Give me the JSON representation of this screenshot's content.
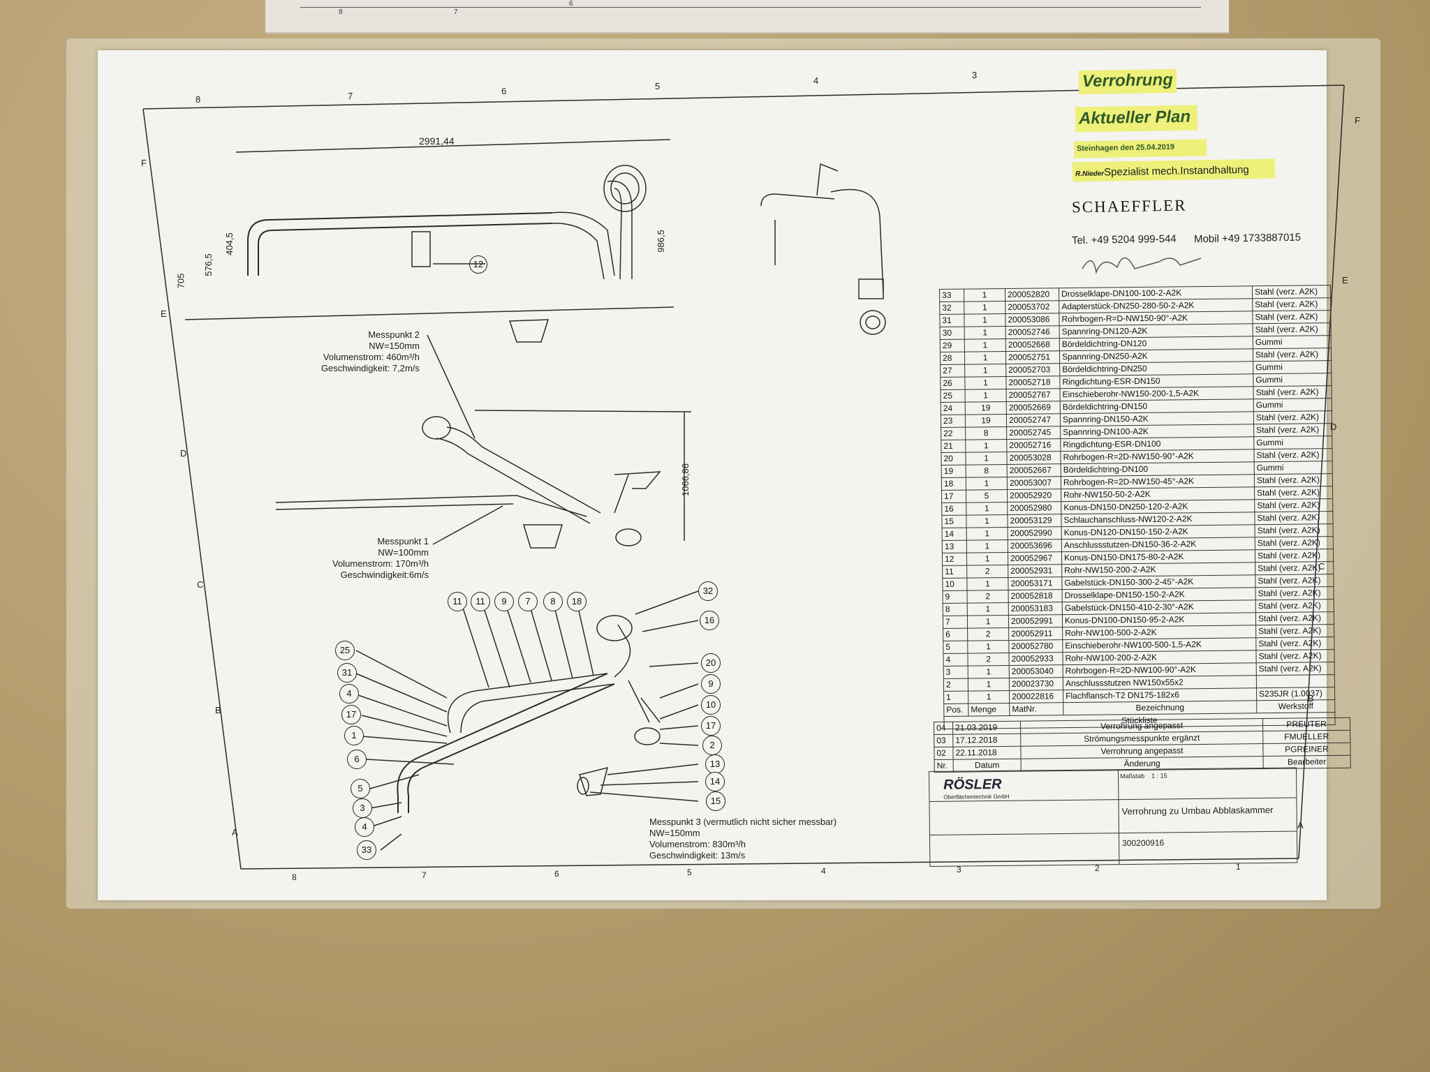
{
  "stamp": {
    "title": "Verrohrung",
    "subtitle": "Aktueller Plan",
    "date_line": "Steinhagen den 25.04.2019",
    "author_small": "R.Nieder",
    "author_role": "Spezialist mech.Instandhaltung",
    "company": "SCHAEFFLER",
    "phone": "Tel. +49 5204 999-544",
    "mobile": "Mobil +49 1733887015"
  },
  "drawing": {
    "dim_width": "2991,44",
    "dim_705": "705",
    "dim_576": "576,5",
    "dim_404": "404,5",
    "dim_986": "986,5",
    "dim_1066": "1066,86",
    "callout_12": "12",
    "messpunkt2": [
      "Messpunkt 2",
      "NW=150mm",
      "Volumenstrom: 460m³/h",
      "Geschwindigkeit: 7,2m/s"
    ],
    "messpunkt1": [
      "Messpunkt 1",
      "NW=100mm",
      "Volumenstrom: 170m³/h",
      "Geschwindigkeit:6m/s"
    ],
    "messpunkt3": [
      "Messpunkt 3 (vermutlich nicht sicher messbar)",
      "NW=150mm",
      "Volumenstrom: 830m³/h",
      "Geschwindigkeit: 13m/s"
    ],
    "callouts_top": [
      "11",
      "11",
      "9",
      "7",
      "8",
      "18"
    ],
    "callouts_left": [
      "25",
      "31",
      "4",
      "17",
      "1",
      "6",
      "5",
      "3",
      "4",
      "33"
    ],
    "callouts_right": [
      "32",
      "16",
      "20",
      "9",
      "10",
      "17",
      "2",
      "13",
      "14",
      "15"
    ],
    "zone_top": [
      "8",
      "7",
      "6",
      "5",
      "4",
      "3"
    ],
    "zone_bottom": [
      "8",
      "7",
      "6",
      "5",
      "4",
      "3",
      "2",
      "1"
    ],
    "zone_left": [
      "F",
      "E",
      "D",
      "C",
      "B",
      "A"
    ],
    "zone_right": [
      "F",
      "E",
      "D",
      "C",
      "B",
      "A"
    ]
  },
  "bom": {
    "rows": [
      [
        "33",
        "1",
        "200052820",
        "Drosselklape-DN100-100-2-A2K",
        "Stahl (verz. A2K)"
      ],
      [
        "32",
        "1",
        "200053702",
        "Adapterstück-DN250-280-50-2-A2K",
        "Stahl (verz. A2K)"
      ],
      [
        "31",
        "1",
        "200053086",
        "Rohrbogen-R=D-NW150-90°-A2K",
        "Stahl (verz. A2K)"
      ],
      [
        "30",
        "1",
        "200052746",
        "Spannring-DN120-A2K",
        "Stahl (verz. A2K)"
      ],
      [
        "29",
        "1",
        "200052668",
        "Bördeldichtring-DN120",
        "Gummi"
      ],
      [
        "28",
        "1",
        "200052751",
        "Spannring-DN250-A2K",
        "Stahl (verz. A2K)"
      ],
      [
        "27",
        "1",
        "200052703",
        "Bördeldichtring-DN250",
        "Gummi"
      ],
      [
        "26",
        "1",
        "200052718",
        "Ringdichtung-ESR-DN150",
        "Gummi"
      ],
      [
        "25",
        "1",
        "200052767",
        "Einschieberohr-NW150-200-1,5-A2K",
        "Stahl (verz. A2K)"
      ],
      [
        "24",
        "19",
        "200052669",
        "Bördeldichtring-DN150",
        "Gummi"
      ],
      [
        "23",
        "19",
        "200052747",
        "Spannring-DN150-A2K",
        "Stahl (verz. A2K)"
      ],
      [
        "22",
        "8",
        "200052745",
        "Spannring-DN100-A2K",
        "Stahl (verz. A2K)"
      ],
      [
        "21",
        "1",
        "200052716",
        "Ringdichtung-ESR-DN100",
        "Gummi"
      ],
      [
        "20",
        "1",
        "200053028",
        "Rohrbogen-R=2D-NW150-90°-A2K",
        "Stahl (verz. A2K)"
      ],
      [
        "19",
        "8",
        "200052667",
        "Bördeldichtring-DN100",
        "Gummi"
      ],
      [
        "18",
        "1",
        "200053007",
        "Rohrbogen-R=2D-NW150-45°-A2K",
        "Stahl (verz. A2K)"
      ],
      [
        "17",
        "5",
        "200052920",
        "Rohr-NW150-50-2-A2K",
        "Stahl (verz. A2K)"
      ],
      [
        "16",
        "1",
        "200052980",
        "Konus-DN150-DN250-120-2-A2K",
        "Stahl (verz. A2K)"
      ],
      [
        "15",
        "1",
        "200053129",
        "Schlauchanschluss-NW120-2-A2K",
        "Stahl (verz. A2K)"
      ],
      [
        "14",
        "1",
        "200052990",
        "Konus-DN120-DN150-150-2-A2K",
        "Stahl (verz. A2K)"
      ],
      [
        "13",
        "1",
        "200053696",
        "Anschlussstutzen-DN150-36-2-A2K",
        "Stahl (verz. A2K)"
      ],
      [
        "12",
        "1",
        "200052967",
        "Konus-DN150-DN175-80-2-A2K",
        "Stahl (verz. A2K)"
      ],
      [
        "11",
        "2",
        "200052931",
        "Rohr-NW150-200-2-A2K",
        "Stahl (verz. A2K)"
      ],
      [
        "10",
        "1",
        "200053171",
        "Gabelstück-DN150-300-2-45°-A2K",
        "Stahl (verz. A2K)"
      ],
      [
        "9",
        "2",
        "200052818",
        "Drosselklape-DN150-150-2-A2K",
        "Stahl (verz. A2K)"
      ],
      [
        "8",
        "1",
        "200053183",
        "Gabelstück-DN150-410-2-30°-A2K",
        "Stahl (verz. A2K)"
      ],
      [
        "7",
        "1",
        "200052991",
        "Konus-DN100-DN150-95-2-A2K",
        "Stahl (verz. A2K)"
      ],
      [
        "6",
        "2",
        "200052911",
        "Rohr-NW100-500-2-A2K",
        "Stahl (verz. A2K)"
      ],
      [
        "5",
        "1",
        "200052780",
        "Einschieberohr-NW100-500-1,5-A2K",
        "Stahl (verz. A2K)"
      ],
      [
        "4",
        "2",
        "200052933",
        "Rohr-NW100-200-2-A2K",
        "Stahl (verz. A2K)"
      ],
      [
        "3",
        "1",
        "200053040",
        "Rohrbogen-R=2D-NW100-90°-A2K",
        "Stahl (verz. A2K)"
      ],
      [
        "2",
        "1",
        "200023730",
        "Anschlussstutzen NW150x55x2",
        ""
      ],
      [
        "1",
        "1",
        "200022816",
        "Flachflansch-T2 DN175-182x6",
        "S235JR (1.0037)"
      ]
    ],
    "header": [
      "Pos.",
      "Menge",
      "MatNr.",
      "Bezeichnung",
      "Werkstoff"
    ],
    "caption": "Stückliste"
  },
  "changes": {
    "rows": [
      [
        "04",
        "21.03.2019",
        "Verrohrung angepasst",
        "PREUTER"
      ],
      [
        "03",
        "17.12.2018",
        "Strömungsmesspunkte ergänzt",
        "FMUELLER"
      ],
      [
        "02",
        "22.11.2018",
        "Verrohrung angepasst",
        "PGREINER"
      ]
    ],
    "header": [
      "Nr.",
      "Datum",
      "Änderung",
      "Bearbeiter"
    ]
  },
  "titleblock": {
    "logo": "RÖSLER",
    "logo_sub": "Oberflächentechnik GmbH",
    "title": "Verrohrung zu Umbau Abblaskammer",
    "drawing_no": "300200916",
    "scale_label": "Maßstab",
    "scale": "1 : 15"
  }
}
